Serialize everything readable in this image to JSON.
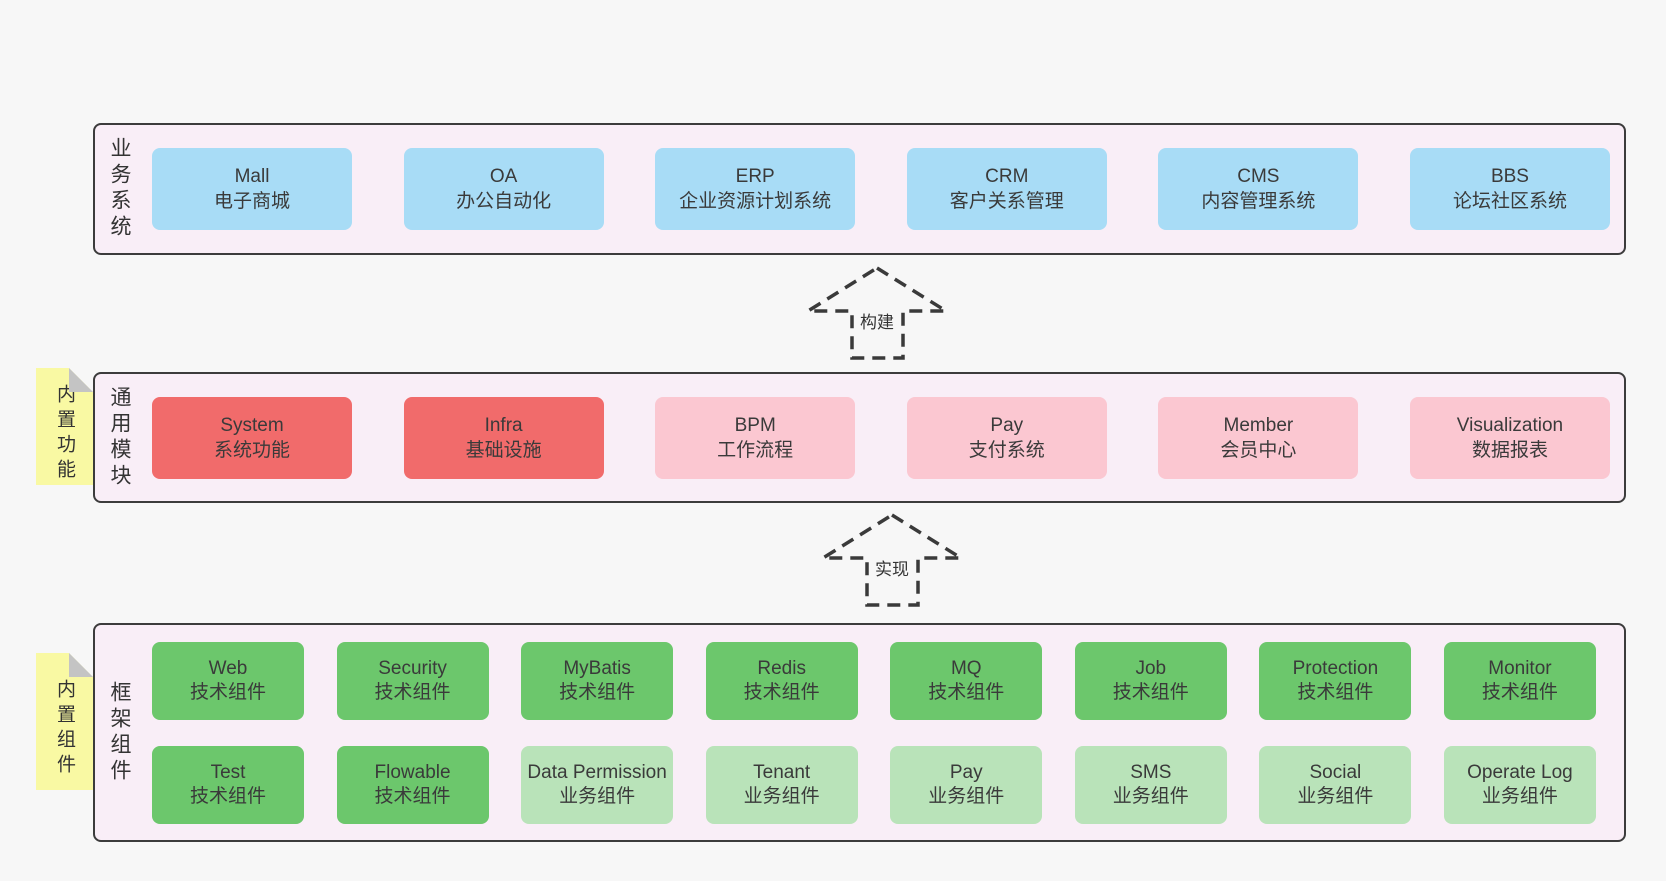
{
  "colors": {
    "page_background": "#f7f7f7",
    "band_background": "#f9eef7",
    "band_border": "#3c3c3c",
    "sticky_yellow": "#f9f9a3",
    "sticky_fold_gray": "#c4c4c4",
    "blue": "#a8dcf6",
    "red": "#f16b6b",
    "pink": "#fbc7d1",
    "green": "#6cc76c",
    "lightgreen": "#b9e3b9",
    "text": "#3a3a3a"
  },
  "arrows": [
    {
      "label": "构建"
    },
    {
      "label": "实现"
    }
  ],
  "layers": [
    {
      "label": "业务系统",
      "rows": [
        [
          {
            "name": "Mall",
            "desc": "电子商城",
            "variant": "blue"
          },
          {
            "name": "OA",
            "desc": "办公自动化",
            "variant": "blue"
          },
          {
            "name": "ERP",
            "desc": "企业资源计划系统",
            "variant": "blue"
          },
          {
            "name": "CRM",
            "desc": "客户关系管理",
            "variant": "blue"
          },
          {
            "name": "CMS",
            "desc": "内容管理系统",
            "variant": "blue"
          },
          {
            "name": "BBS",
            "desc": "论坛社区系统",
            "variant": "blue"
          }
        ]
      ]
    },
    {
      "label": "通用模块",
      "note": "内置功能",
      "rows": [
        [
          {
            "name": "System",
            "desc": "系统功能",
            "variant": "red"
          },
          {
            "name": "Infra",
            "desc": "基础设施",
            "variant": "red"
          },
          {
            "name": "BPM",
            "desc": "工作流程",
            "variant": "pink"
          },
          {
            "name": "Pay",
            "desc": "支付系统",
            "variant": "pink"
          },
          {
            "name": "Member",
            "desc": "会员中心",
            "variant": "pink"
          },
          {
            "name": "Visualization",
            "desc": "数据报表",
            "variant": "pink"
          }
        ]
      ]
    },
    {
      "label": "框架组件",
      "note": "内置组件",
      "rows": [
        [
          {
            "name": "Web",
            "desc": "技术组件",
            "variant": "green"
          },
          {
            "name": "Security",
            "desc": "技术组件",
            "variant": "green"
          },
          {
            "name": "MyBatis",
            "desc": "技术组件",
            "variant": "green"
          },
          {
            "name": "Redis",
            "desc": "技术组件",
            "variant": "green"
          },
          {
            "name": "MQ",
            "desc": "技术组件",
            "variant": "green"
          },
          {
            "name": "Job",
            "desc": "技术组件",
            "variant": "green"
          },
          {
            "name": "Protection",
            "desc": "技术组件",
            "variant": "green"
          },
          {
            "name": "Monitor",
            "desc": "技术组件",
            "variant": "green"
          }
        ],
        [
          {
            "name": "Test",
            "desc": "技术组件",
            "variant": "green"
          },
          {
            "name": "Flowable",
            "desc": "技术组件",
            "variant": "green"
          },
          {
            "name": "Data Permission",
            "desc": "业务组件",
            "variant": "lightgreen"
          },
          {
            "name": "Tenant",
            "desc": "业务组件",
            "variant": "lightgreen"
          },
          {
            "name": "Pay",
            "desc": "业务组件",
            "variant": "lightgreen"
          },
          {
            "name": "SMS",
            "desc": "业务组件",
            "variant": "lightgreen"
          },
          {
            "name": "Social",
            "desc": "业务组件",
            "variant": "lightgreen"
          },
          {
            "name": "Operate Log",
            "desc": "业务组件",
            "variant": "lightgreen"
          }
        ]
      ]
    }
  ]
}
